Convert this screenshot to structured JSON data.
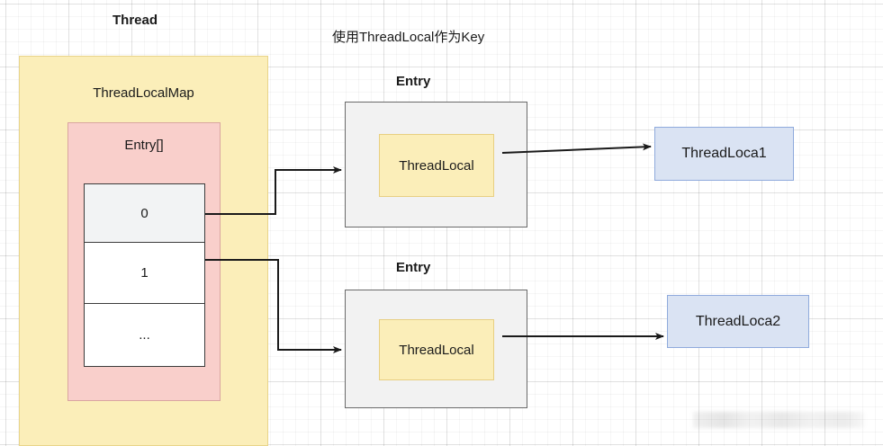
{
  "diagram": {
    "title_thread": "Thread",
    "note_key": "使用ThreadLocal作为Key",
    "thread_container": {
      "map_title": "ThreadLocalMap",
      "entry_array": {
        "title": "Entry[]",
        "cells": [
          {
            "label": "0",
            "style": "shaded"
          },
          {
            "label": "1",
            "style": "plain"
          },
          {
            "label": "...",
            "style": "plain"
          }
        ]
      }
    },
    "entries": [
      {
        "caption": "Entry",
        "inner_label": "ThreadLocal"
      },
      {
        "caption": "Entry",
        "inner_label": "ThreadLocal"
      }
    ],
    "targets": [
      {
        "label": "ThreadLoca1"
      },
      {
        "label": "ThreadLoca2"
      }
    ],
    "colors": {
      "thread_fill": "#fbeeb9",
      "thread_border": "#e8d48a",
      "entry_array_fill": "#f9cfcb",
      "entry_array_border": "#d9a5a0",
      "entry_fill": "#f2f2f2",
      "entry_border": "#6a6a6a",
      "target_fill": "#dae3f3",
      "target_border": "#8faadc",
      "cell_shaded": "#f2f3f4",
      "cell_plain": "#ffffff",
      "connector": "#1a1a1a"
    }
  }
}
